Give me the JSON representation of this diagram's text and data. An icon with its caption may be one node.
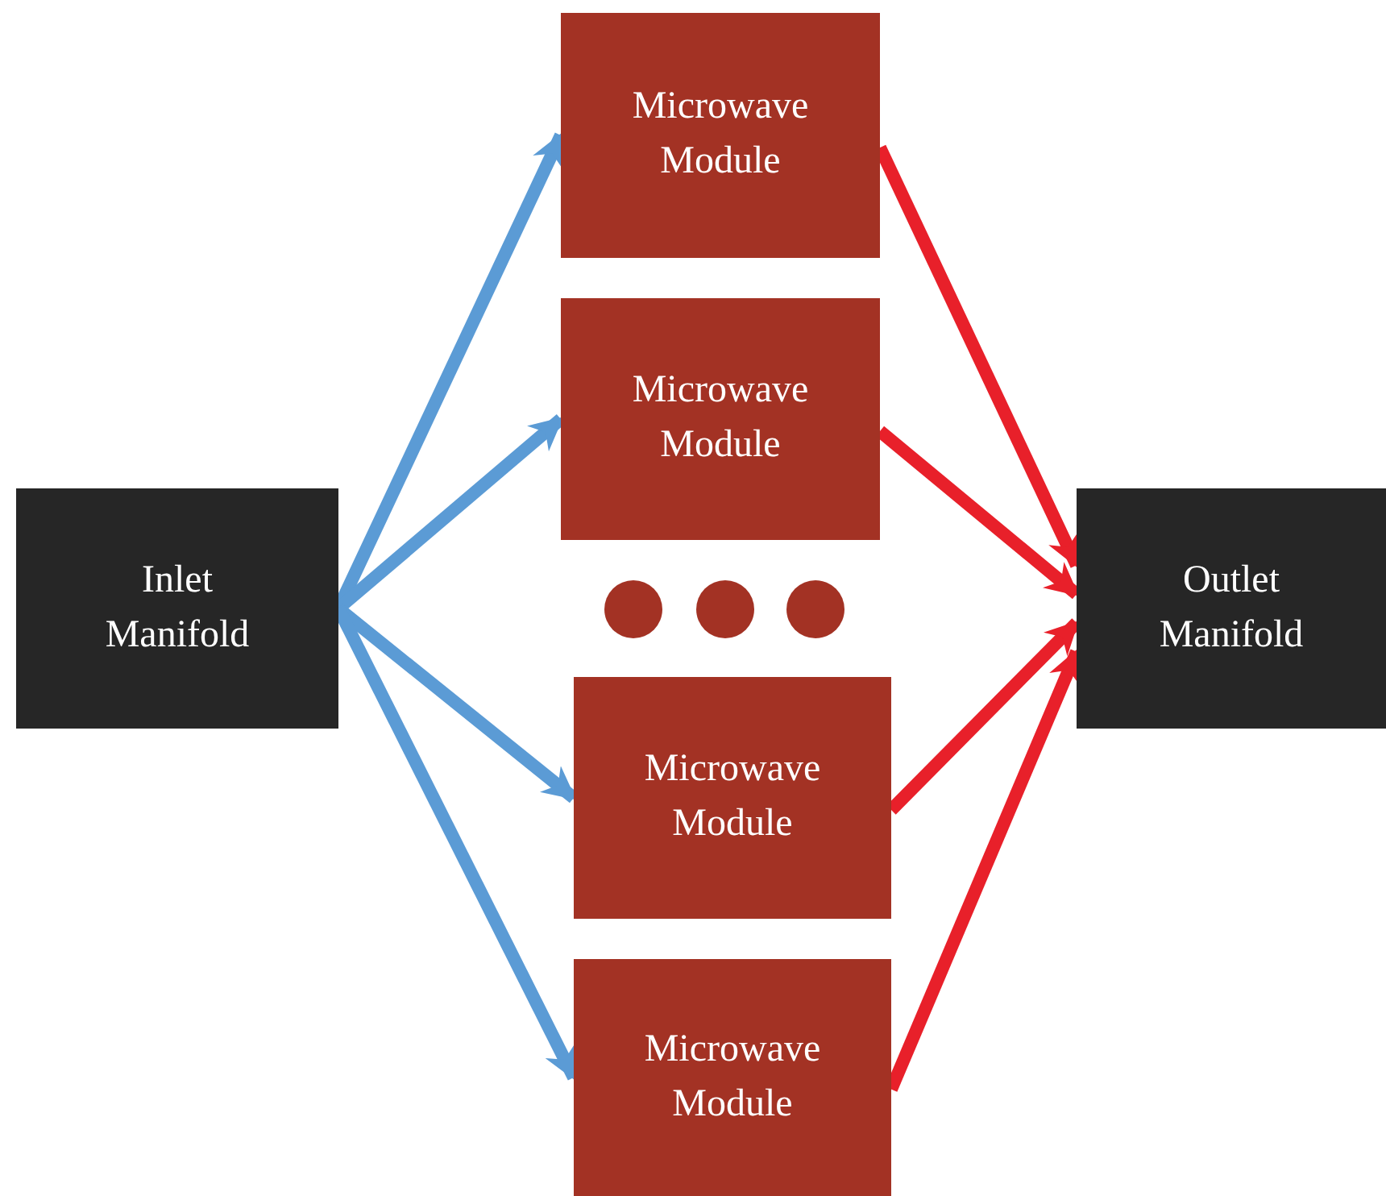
{
  "diagram": {
    "nodes": [
      {
        "text": [
          "Inlet Manifold"
        ]
      },
      {
        "text": [
          "Microwave Module"
        ]
      },
      {
        "text": [
          "Microwave Module"
        ]
      },
      {
        "text": [
          "Microwave Module"
        ]
      },
      {
        "text": [
          "Microwave Module"
        ]
      },
      {
        "text": [
          "Outlet Manifold"
        ]
      }
    ],
    "edges": [
      {
        "from": 0,
        "to": 1,
        "arrow": "to",
        "color": "#5b9bd5"
      },
      {
        "from": 0,
        "to": 2,
        "arrow": "to",
        "color": "#5b9bd5"
      },
      {
        "from": 0,
        "to": 3,
        "arrow": "to",
        "color": "#5b9bd5"
      },
      {
        "from": 0,
        "to": 4,
        "arrow": "to",
        "color": "#5b9bd5"
      },
      {
        "from": 1,
        "to": 5,
        "arrow": "to",
        "color": "#e8202a"
      },
      {
        "from": 2,
        "to": 5,
        "arrow": "to",
        "color": "#e8202a"
      },
      {
        "from": 3,
        "to": 5,
        "arrow": "to",
        "color": "#e8202a"
      },
      {
        "from": 4,
        "to": 5,
        "arrow": "to",
        "color": "#e8202a"
      }
    ]
  }
}
